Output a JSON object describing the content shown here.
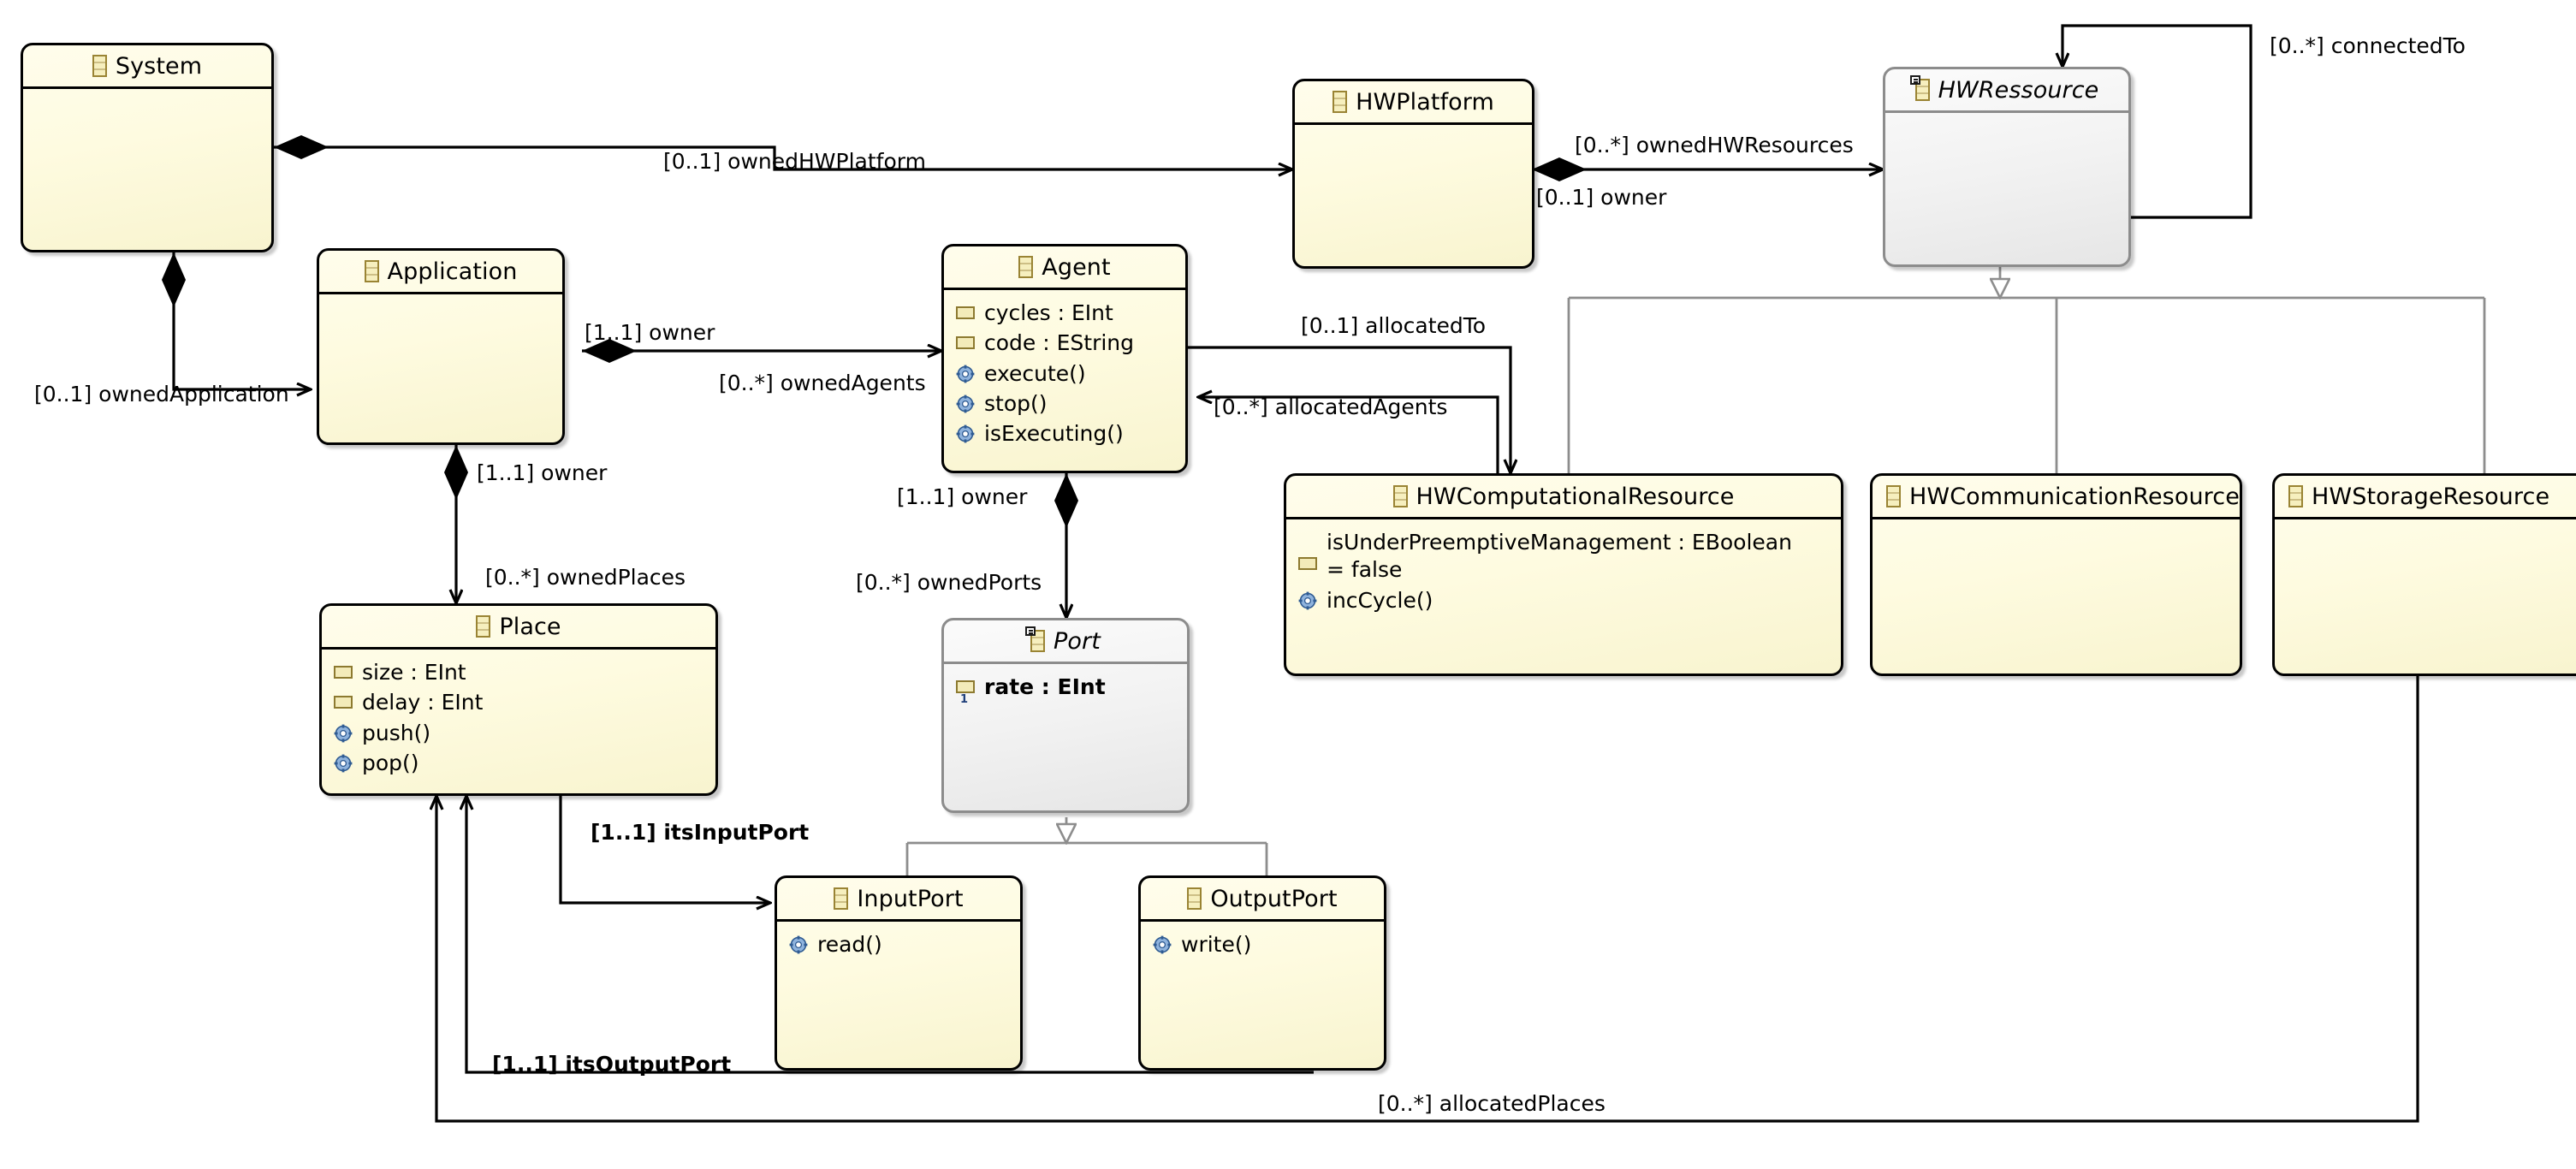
{
  "diagram": {
    "kind": "uml-class-diagram",
    "colors": {
      "class_fill": "#fffdec",
      "class_border": "#000000",
      "abstract_fill": "#f2f2f2",
      "abstract_border": "#8c8c8c",
      "icon_yellow": "#f6efbe",
      "icon_yellow_border": "#9a8434",
      "operation_blue": "#3a6ea5",
      "background": "#ffffff"
    }
  },
  "classes": {
    "system": {
      "name": "System",
      "abstract": false,
      "attributes": [],
      "operations": []
    },
    "application": {
      "name": "Application",
      "abstract": false,
      "attributes": [],
      "operations": []
    },
    "agent": {
      "name": "Agent",
      "abstract": false,
      "attributes": [
        "cycles : EInt",
        "code : EString"
      ],
      "operations": [
        "execute()",
        "stop()",
        "isExecuting()"
      ]
    },
    "hwplatform": {
      "name": "HWPlatform",
      "abstract": false,
      "attributes": [],
      "operations": []
    },
    "hwressource": {
      "name": "HWRessource",
      "abstract": true,
      "attributes": [],
      "operations": []
    },
    "place": {
      "name": "Place",
      "abstract": false,
      "attributes": [
        "size : EInt",
        "delay : EInt"
      ],
      "operations": [
        "push()",
        "pop()"
      ]
    },
    "port": {
      "name": "Port",
      "abstract": true,
      "attributes": [
        "rate : EInt"
      ],
      "operations": []
    },
    "inputport": {
      "name": "InputPort",
      "abstract": false,
      "attributes": [],
      "operations": [
        "read()"
      ]
    },
    "outputport": {
      "name": "OutputPort",
      "abstract": false,
      "attributes": [],
      "operations": [
        "write()"
      ]
    },
    "hwcomputationalresource": {
      "name": "HWComputationalResource",
      "abstract": false,
      "attributes": [
        "isUnderPreemptiveManagement : EBoolean",
        "= false"
      ],
      "operations": [
        "incCycle()"
      ]
    },
    "hwcommunicationresource": {
      "name": "HWCommunicationResource",
      "abstract": false,
      "attributes": [],
      "operations": []
    },
    "hwstorageresource": {
      "name": "HWStorageResource",
      "abstract": false,
      "attributes": [],
      "operations": []
    }
  },
  "associations": {
    "owned_hw_platform": "[0..1] ownedHWPlatform",
    "owned_application": "[0..1] ownedApplication",
    "owned_hw_resources": "[0..*] ownedHWResources",
    "owner_hwplatform": "[0..1] owner",
    "connected_to": "[0..*] connectedTo",
    "owner_application": "[1..1] owner",
    "owned_agents": "[0..*] ownedAgents",
    "allocated_to": "[0..1] allocatedTo",
    "allocated_agents": "[0..*] allocatedAgents",
    "owner_place": "[1..1] owner",
    "owned_places": "[0..*] ownedPlaces",
    "owner_port": "[1..1] owner",
    "owned_ports": "[0..*] ownedPorts",
    "its_input_port": "[1..1] itsInputPort",
    "its_output_port": "[1..1] itsOutputPort",
    "allocated_places": "[0..*] allocatedPlaces"
  }
}
